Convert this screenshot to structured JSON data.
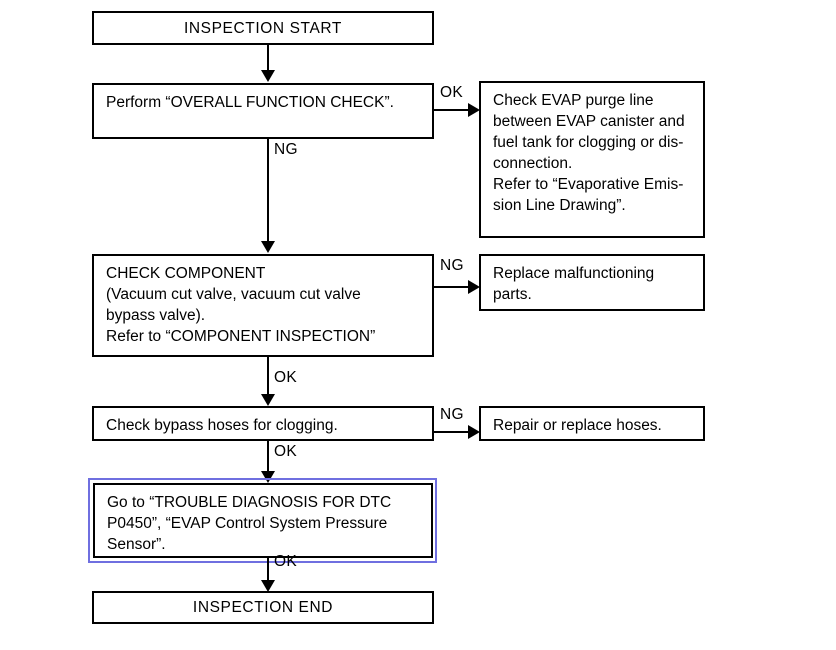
{
  "diagram": {
    "title": "EVAP Vacuum Cut Valve Bypass Valve Diagnostic Flowchart",
    "background_color": "#ffffff",
    "line_color": "#000000",
    "highlight_color": "#6f6fe0",
    "nodes": {
      "inspection_start": "INSPECTION START",
      "overall_function_check": "Perform “OVERALL FUNCTION CHECK”.",
      "check_evap_purge_line": "Check EVAP purge line\nbetween EVAP canister and\nfuel tank for clogging or dis-\nconnection.\nRefer to “Evaporative Emis-\nsion Line Drawing”.",
      "check_component": "CHECK COMPONENT\n(Vacuum cut valve, vacuum cut valve\nbypass valve).\nRefer to “COMPONENT INSPECTION”",
      "replace_parts": "Replace malfunctioning\nparts.",
      "check_bypass_hoses": "Check bypass hoses for clogging.",
      "repair_hoses": "Repair or replace hoses.",
      "goto_trouble_diagnosis": "Go to “TROUBLE DIAGNOSIS FOR DTC\nP0450”, “EVAP Control System Pressure\nSensor”.",
      "inspection_end": "INSPECTION END"
    },
    "edge_labels": {
      "ok_1": "OK",
      "ng_1": "NG",
      "ng_2": "NG",
      "ok_2": "OK",
      "ng_3": "NG",
      "ok_3": "OK",
      "ok_4": "OK"
    }
  }
}
